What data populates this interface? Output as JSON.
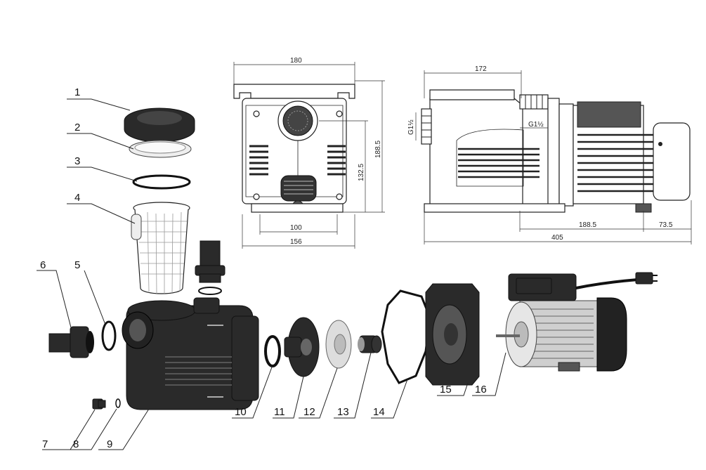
{
  "part_labels": [
    "1",
    "2",
    "3",
    "4",
    "5",
    "6",
    "7",
    "8",
    "9",
    "10",
    "11",
    "12",
    "13",
    "14",
    "15",
    "16"
  ],
  "front_view": {
    "width_top": "180",
    "height_inlet": "132.5",
    "height_total": "188.5",
    "base_inner": "100",
    "base_outer": "156"
  },
  "side_view": {
    "inlet_length": "172",
    "thread_inlet": "G1½",
    "thread_outlet": "G1½",
    "motor_length": "188.5",
    "foot_offset": "73.5",
    "total_length": "405"
  }
}
